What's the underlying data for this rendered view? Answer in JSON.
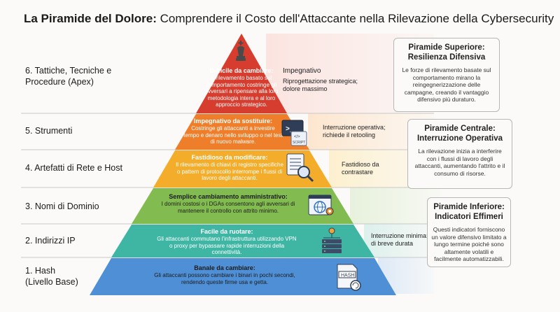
{
  "title": {
    "bold": "La Piramide del Dolore:",
    "rest": " Comprendere il Costo dell'Attaccante nella Rilevazione della Cybersecurity"
  },
  "levels": [
    {
      "label": "6. Tattiche, Tecniche e\nProcedure (Apex)",
      "heading": "Difficile da cambiare:",
      "body": "Il rilevamento basato sul comportamento costringe gli avversari a ripensare alla loro metodologia intera e al loro approccio strategico.",
      "note_head": "Impegnativo",
      "note_body": "Riprogettazione strategica; dolore massimo",
      "color": "#d63d2e"
    },
    {
      "label": "5. Strumenti",
      "heading": "Impegnativo da sostituire:",
      "body": "Costringe gli attaccanti a investire tempo e denaro nello sviluppo o nel test di nuovo malware.",
      "note_head": "Interruzione operativa;",
      "note_body": "richiede il retooling",
      "color": "#ef7e2a"
    },
    {
      "label": "4. Artefatti di Rete e Host",
      "heading": "Fastidioso da modificare:",
      "body": "Il rilevamento di chiavi di registro specifiche o pattern di protocollo interrompe i flussi di lavoro degli attaccanti.",
      "note_head": "Fastidioso da",
      "note_body": "contrastare",
      "color": "#f4ad2a"
    },
    {
      "label": "3. Nomi di Dominio",
      "heading": "Semplice cambiamento amministrativo:",
      "body": "I domini costosi o i DGAs consentono agli avversari di mantenere il controllo con attrito minimo.",
      "note_head": "",
      "note_body": "",
      "color": "#82bb50"
    },
    {
      "label": "2. Indirizzi IP",
      "heading": "Facile da ruotare:",
      "body": "Gli attaccanti commutano l'infrastruttura utilizzando VPN o proxy per bypassare rapide interruzioni della connettività.",
      "note_head": "Interruzione minima;",
      "note_body": "di breve durata",
      "color": "#3fb6a4"
    },
    {
      "label": "1. Hash\n(Livello Base)",
      "heading": "Banale da cambiare:",
      "body": "Gli attaccanti possono cambiare i binari in pochi secondi, rendendo queste firme usa e getta.",
      "note_head": "",
      "note_body": "",
      "color": "#4f8fd6"
    }
  ],
  "boxes": [
    {
      "title": "Piramide Superiore:\nResilienza Difensiva",
      "body": "Le forze di rilevamento basate sul comportamento mirano la reingegnerizzazione delle campagne, creando il vantaggio difensivo più duraturo."
    },
    {
      "title": "Piramide Centrale:\nInterruzione Operativa",
      "body": "La rilevazione inizia a interferire con i flussi di lavoro degli attaccanti, aumentando l'attrito e il consumo di risorse."
    },
    {
      "title": "Piramide Inferiore:\nIndicatori Effimeri",
      "body": "Questi indicatori forniscono un valore difensivo limitato a lungo termine poiché sono altamente volatili e facilmente automatizzabili."
    }
  ],
  "icons": {
    "apex": "chess-king-icon",
    "tools": "terminal-script-icon",
    "artifacts": "registry-search-icon",
    "domains": "globe-settings-icon",
    "ip": "network-server-icon",
    "hash": "hash-file-icon",
    "tools_script_label": "SCRIPT",
    "hash_label": "HASH"
  }
}
